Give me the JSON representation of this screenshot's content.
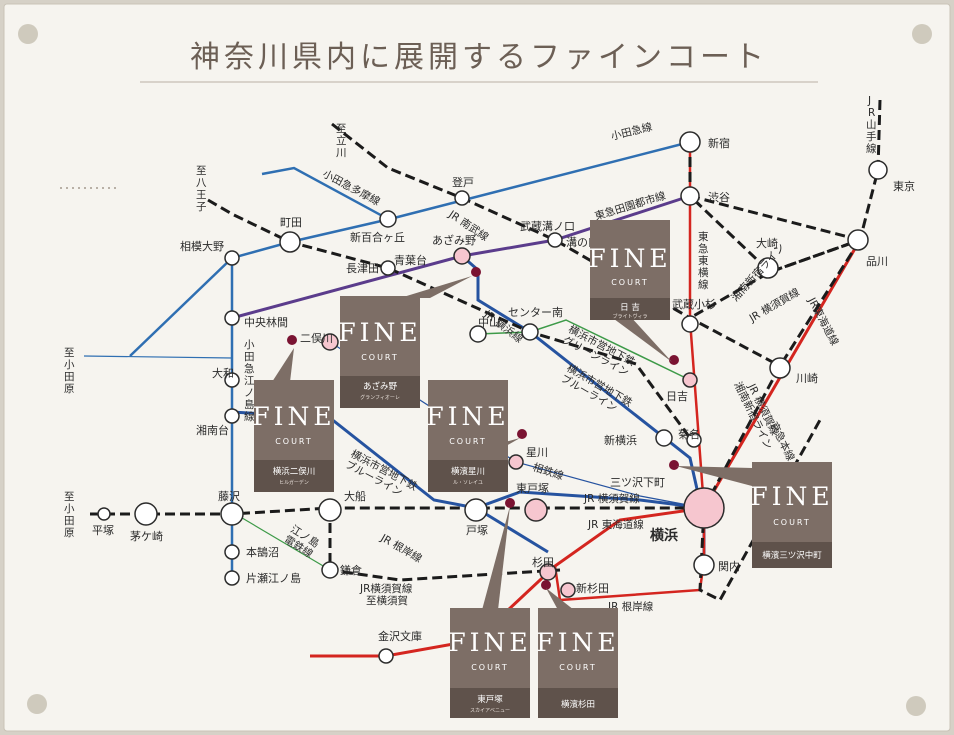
{
  "title": "神奈川県内に展開するファインコート",
  "stations": {
    "shinjuku": "新宿",
    "shibuya": "渋谷",
    "tokyo": "東京",
    "shinagawa": "品川",
    "osaki": "大崎",
    "noborito": "登戸",
    "musashimizonokuchi": "武蔵溝ノ口",
    "mizonokuchi": "溝の口",
    "machida": "町田",
    "shinyurigaoka": "新百合ヶ丘",
    "sagamiono": "相模大野",
    "nagatsuta": "長津田",
    "aobadai": "青葉台",
    "azamino": "あざみ野",
    "chuorinkan": "中央林間",
    "yamato": "大和",
    "shonandai": "湘南台",
    "nakayama": "中山",
    "center_minami": "センター南",
    "musashikosugi": "武蔵小杉",
    "kawasaki": "川崎",
    "hiyoshi": "日吉",
    "shinyokohama": "新横浜",
    "kikuna": "菊名",
    "hoshikawa": "星川",
    "higashitotsuka": "東戸塚",
    "totsuka": "戸塚",
    "ofuna": "大船",
    "fujisawa": "藤沢",
    "chigasaki": "茅ケ崎",
    "hiratsuka": "平塚",
    "hon_kugenuma": "本鵠沼",
    "katase_enoshima": "片瀬江ノ島",
    "kamakura": "鎌倉",
    "yokohama": "横浜",
    "mitsuzawashimocho": "三ツ沢下町",
    "kannai": "関内",
    "sugita": "杉田",
    "shinsugita": "新杉田",
    "kanazawabunko": "金沢文庫",
    "futamatagawa": "二俣川"
  },
  "line_labels": {
    "odakyu": "小田急線",
    "odakyu_tama": "小田急多摩線",
    "denentoshi": "東急田園都市線",
    "nambu": "JR 南武線",
    "jr_yamanote": "JR山手線",
    "toyoko": "東急東横線",
    "shonan_shinjuku": "湘南新宿ライン",
    "yokosuka_line_a": "JR 横須賀線",
    "tokaido_line_a": "JR東海道線",
    "yokohama_line": "JR 横浜線",
    "green_line": "横浜市営地下鉄\nグリーンライン",
    "blue_line_a": "横浜市営地下鉄\nブルーライン",
    "blue_line_b": "横浜市営地下鉄\nブルーライン",
    "sotetsu": "相鉄線",
    "yokosuka_line_b": "JR 横須賀線",
    "tokaido_line_b": "JR 東海道線",
    "keikyu": "京急本線",
    "shonan_shinjuku_b": "湘南新宿ライン",
    "yokosuka_shonan": "JR 横須賀線",
    "enoden": "江ノ島\n電鉄線",
    "odakyu_enoshima": "小田急\n江ノ島線",
    "negishi_a": "JR 根岸線",
    "negishi_b": "JR 根岸線",
    "shibuya_dest": "至\n立\n川",
    "hachioji_dest": "至\n八\n王\n子",
    "odawara_dest": "至\n小\n田\n原",
    "odawara_dest2": "至\n小\n田\n原",
    "yokosuka_dest": "JR横須賀線\n至横須賀"
  },
  "buildings": [
    {
      "id": "hiyoshi",
      "fine": "FINE",
      "court": "COURT",
      "name": "日 吉",
      "sub": "ブライトヴィラ"
    },
    {
      "id": "azamino",
      "fine": "FINE",
      "court": "COURT",
      "name": "あざみ野",
      "sub": "グランフィオーレ"
    },
    {
      "id": "hoshikawa",
      "fine": "FINE",
      "court": "COURT",
      "name": "横濱星川",
      "sub": "ル・ソレイユ"
    },
    {
      "id": "futamatagawa",
      "fine": "FINE",
      "court": "COURT",
      "name": "横浜二俣川",
      "sub": "ヒルガーデン"
    },
    {
      "id": "mitsuzawa",
      "fine": "FINE",
      "court": "COURT",
      "name": "横濱三ツ沢中町",
      "sub": ""
    },
    {
      "id": "higashitotsuka",
      "fine": "FINE",
      "court": "COURT",
      "name": "東戸塚",
      "sub": "スカイアベニュー"
    },
    {
      "id": "sugita",
      "fine": "FINE",
      "court": "COURT",
      "name": "横濱杉田",
      "sub": ""
    }
  ],
  "colors": {
    "paper": "#f6f4ef",
    "jr_black": "#1b1b1b",
    "odakyu_blue": "#2f6fb2",
    "denentoshi_purple": "#5b3c8c",
    "blue_line": "#2653a0",
    "green_line": "#3d9a48",
    "keikyu_red": "#d4251f",
    "fc_brown": "#7d6e66",
    "fc_dark": "#5f524b",
    "marker": "#7a1332",
    "station_pink": "#f6c6cf"
  }
}
